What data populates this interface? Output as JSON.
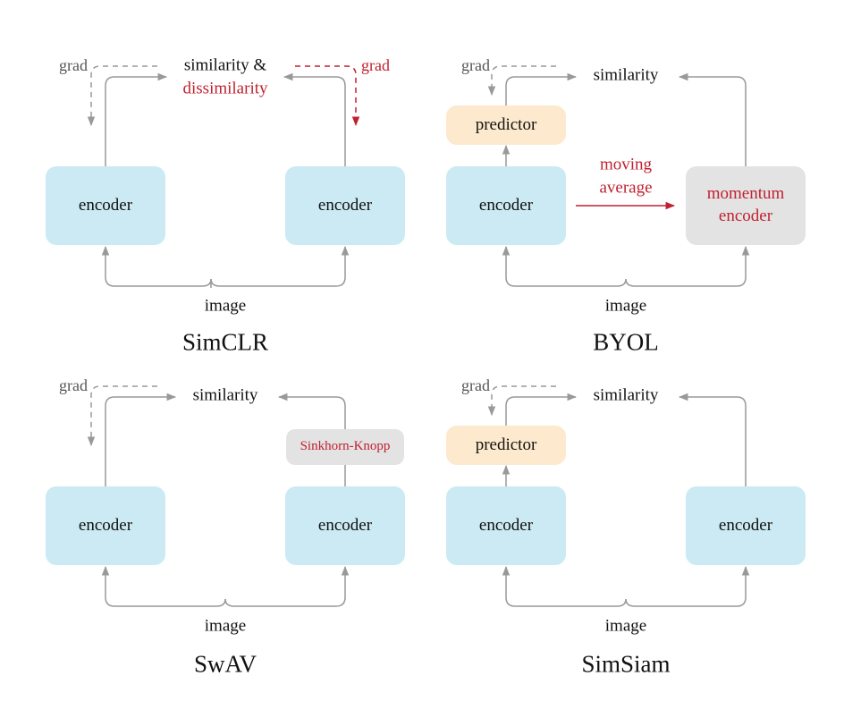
{
  "labels": {
    "encoder": "encoder",
    "image": "image",
    "grad": "grad",
    "similarity": "similarity",
    "predictor": "predictor"
  },
  "simclr": {
    "title": "SimCLR",
    "similarity_line1": "similarity &",
    "similarity_line2": "dissimilarity"
  },
  "byol": {
    "title": "BYOL",
    "moving_line1": "moving",
    "moving_line2": "average",
    "momentum_line1": "momentum",
    "momentum_line2": "encoder"
  },
  "swav": {
    "title": "SwAV",
    "sinkhorn": "Sinkhorn-Knopp"
  },
  "simsiam": {
    "title": "SimSiam"
  },
  "colors": {
    "encoder": "#cbeaf3",
    "predictor": "#fde9cd",
    "momentum": "#e3e3e3",
    "accent_red": "#c0212f",
    "arrow_gray": "#999999"
  }
}
